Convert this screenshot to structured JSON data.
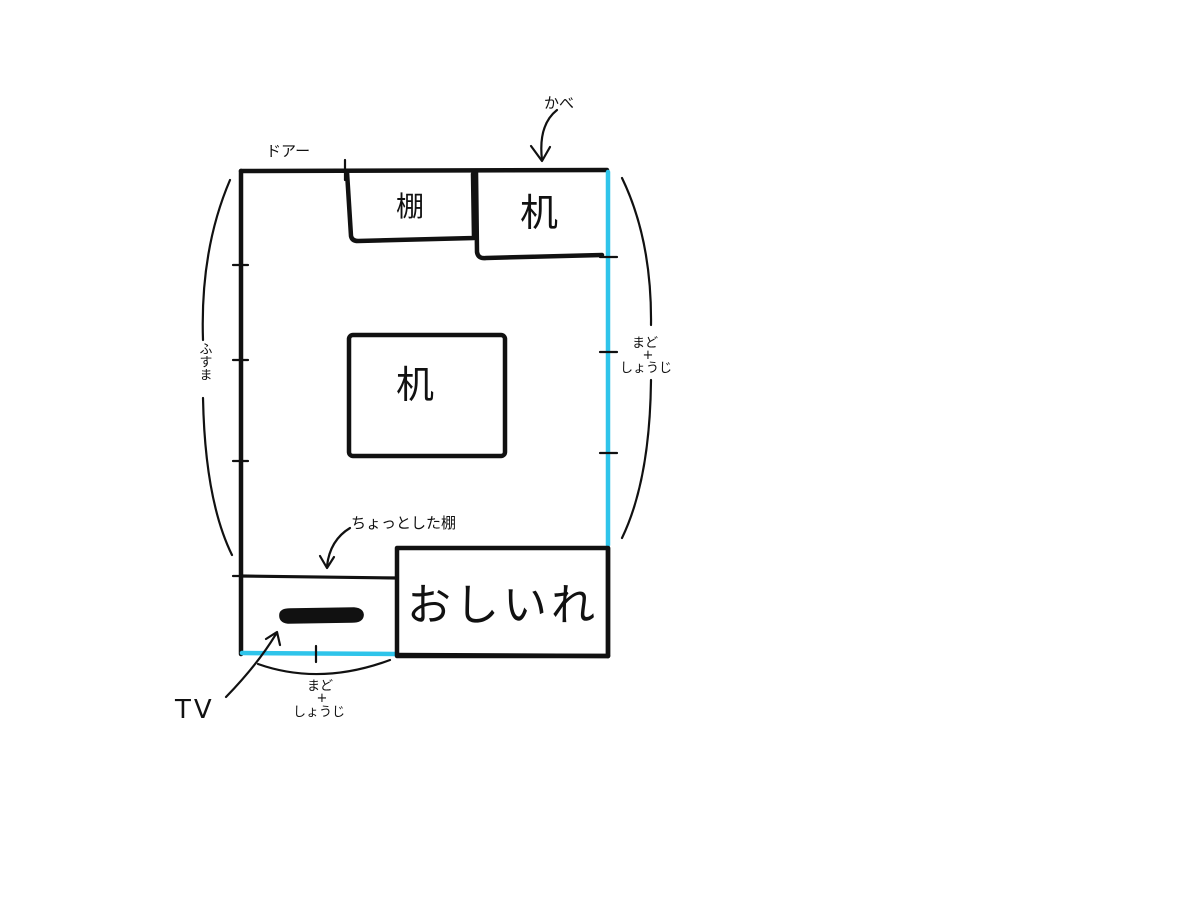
{
  "labels": {
    "door": "ドアー",
    "wall": "かべ",
    "shelf_top": "棚",
    "desk_top": "机",
    "desk_center": "机",
    "fusuma": "ふすま",
    "window_right": {
      "line1": "まど",
      "plus": "+",
      "line2": "しょうじ"
    },
    "small_shelf": "ちょっとした棚",
    "oshiire": "おしいれ",
    "tv": "TV",
    "window_bottom": {
      "line1": "まど",
      "plus": "+",
      "line2": "しょうじ"
    }
  },
  "colors": {
    "ink": "#111111",
    "window": "#2fc4ea",
    "background": "#ffffff"
  }
}
